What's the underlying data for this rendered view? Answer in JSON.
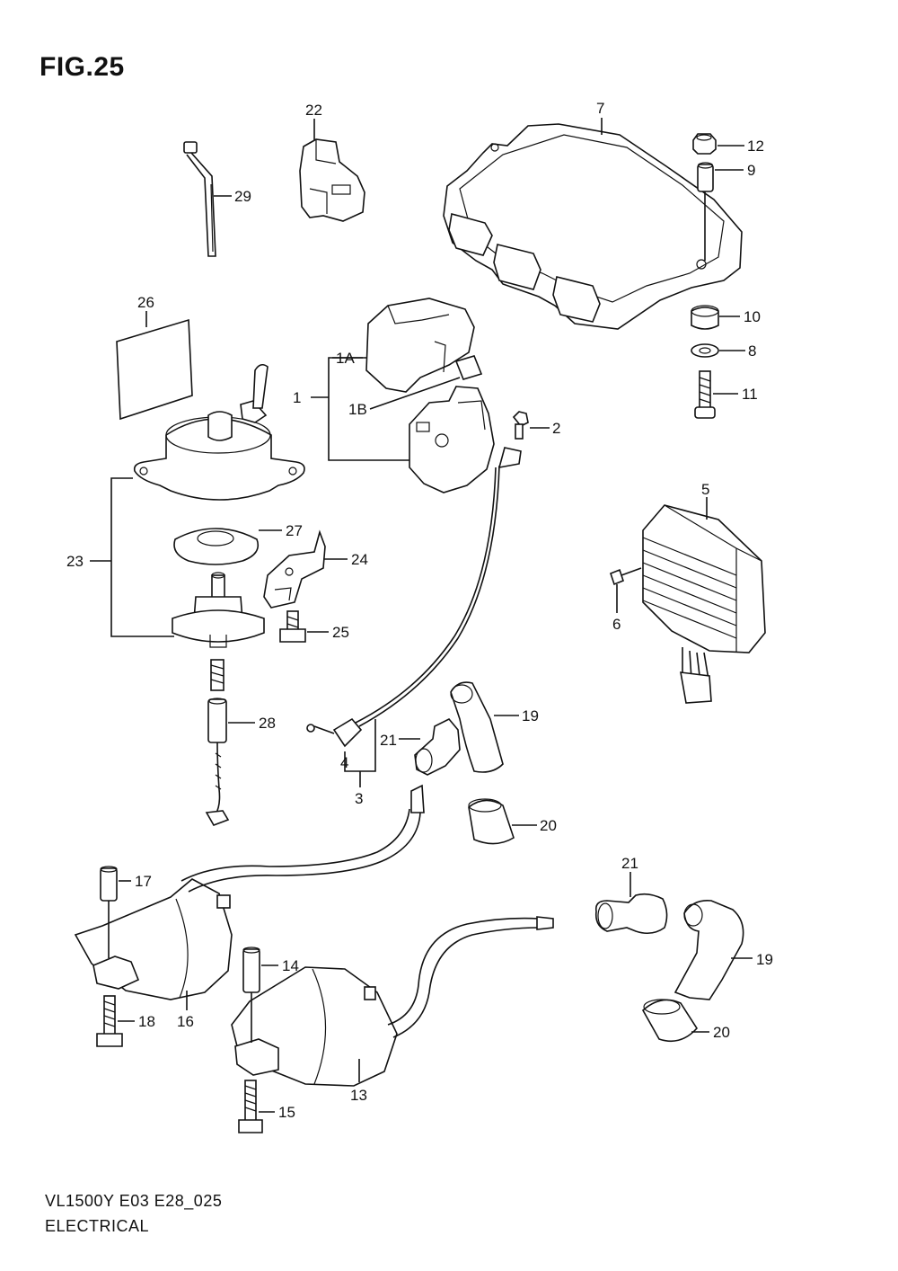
{
  "header": {
    "title": "FIG.25"
  },
  "footer": {
    "model_code": "VL1500Y E03 E28_025",
    "section": "ELECTRICAL"
  },
  "callouts": {
    "c1": "1",
    "c1A": "1A",
    "c1B": "1B",
    "c2": "2",
    "c3": "3",
    "c4": "4",
    "c5": "5",
    "c6": "6",
    "c7": "7",
    "c8": "8",
    "c9": "9",
    "c10": "10",
    "c11": "11",
    "c12": "12",
    "c13": "13",
    "c14": "14",
    "c15": "15",
    "c16": "16",
    "c17": "17",
    "c18": "18",
    "c19a": "19",
    "c19b": "19",
    "c20a": "20",
    "c20b": "20",
    "c21a": "21",
    "c21b": "21",
    "c22": "22",
    "c23": "23",
    "c24": "24",
    "c25": "25",
    "c26": "26",
    "c27": "27",
    "c28": "28",
    "c29": "29"
  }
}
